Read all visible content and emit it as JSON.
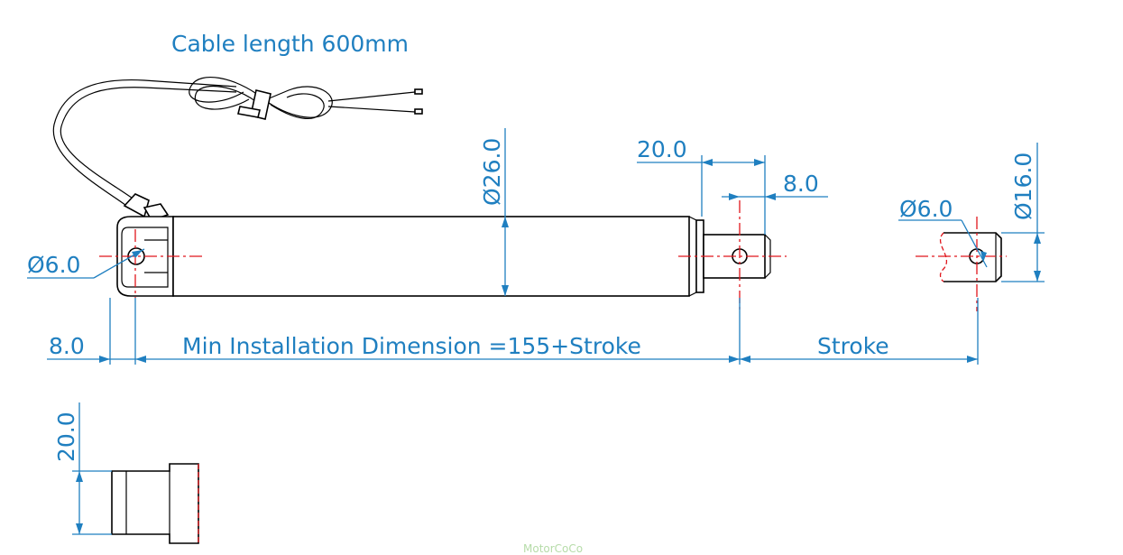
{
  "labels": {
    "cable_length": "Cable length 600mm",
    "diameter_body": "Ø26.0",
    "rod_length": "20.0",
    "rod_hole_offset": "8.0",
    "rear_hole_diameter": "Ø6.0",
    "rear_offset": "8.0",
    "min_installation": "Min Installation Dimension =155+Stroke",
    "stroke": "Stroke",
    "rod_end_hole_diameter": "Ø6.0",
    "rod_end_height": "Ø16.0",
    "side_view_height": "20.0",
    "watermark": "MotorCoCo"
  },
  "colors": {
    "dimension": "#1f7fc0",
    "centerline": "#e0161c",
    "outline": "#000000",
    "watermark": "#b6dca9"
  }
}
